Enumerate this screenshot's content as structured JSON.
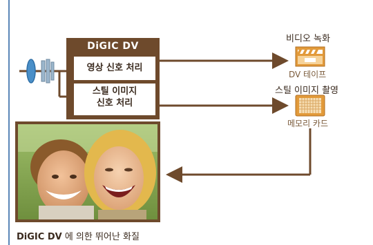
{
  "processor": {
    "brand": "DiGIC DV",
    "video_processing": "영상 신호 처리",
    "still_processing_line1": "스틸 이미지",
    "still_processing_line2": "신호 처리"
  },
  "outputs": {
    "video_title": "비디오 녹화",
    "video_media": "DV 테이프",
    "still_title": "스틸 이미지 촬영",
    "still_media": "메모리 카드"
  },
  "caption": {
    "brand": "DiGIC DV",
    "text": "에 의한 뛰어난 화질"
  },
  "colors": {
    "brown": "#6e4a2c",
    "orange": "#e29a3a",
    "lens_blue": "#4a8fc8"
  },
  "icons": [
    "lens-icon",
    "clapperboard-icon",
    "memory-card-icon"
  ]
}
